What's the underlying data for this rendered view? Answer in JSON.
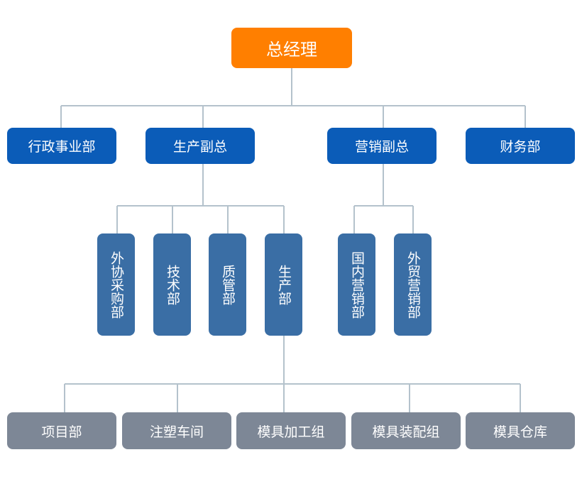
{
  "top": {
    "label": "总经理"
  },
  "level1": [
    {
      "label": "行政事业部"
    },
    {
      "label": "生产副总"
    },
    {
      "label": "营销副总"
    },
    {
      "label": "财务部"
    }
  ],
  "production_depts": [
    {
      "label": "外协采购部"
    },
    {
      "label": "技术部"
    },
    {
      "label": "质管部"
    },
    {
      "label": "生产部"
    }
  ],
  "sales_depts": [
    {
      "label": "国内营销部"
    },
    {
      "label": "外贸营销部"
    }
  ],
  "workshops": [
    {
      "label": "项目部"
    },
    {
      "label": "注塑车间"
    },
    {
      "label": "模具加工组"
    },
    {
      "label": "模具装配组"
    },
    {
      "label": "模具仓库"
    }
  ],
  "colors": {
    "top": "#ff7f00",
    "level1": "#0b5cb8",
    "level2": "#3a6ea5",
    "level3": "#7d8796",
    "connector": "#b4c2cc"
  }
}
